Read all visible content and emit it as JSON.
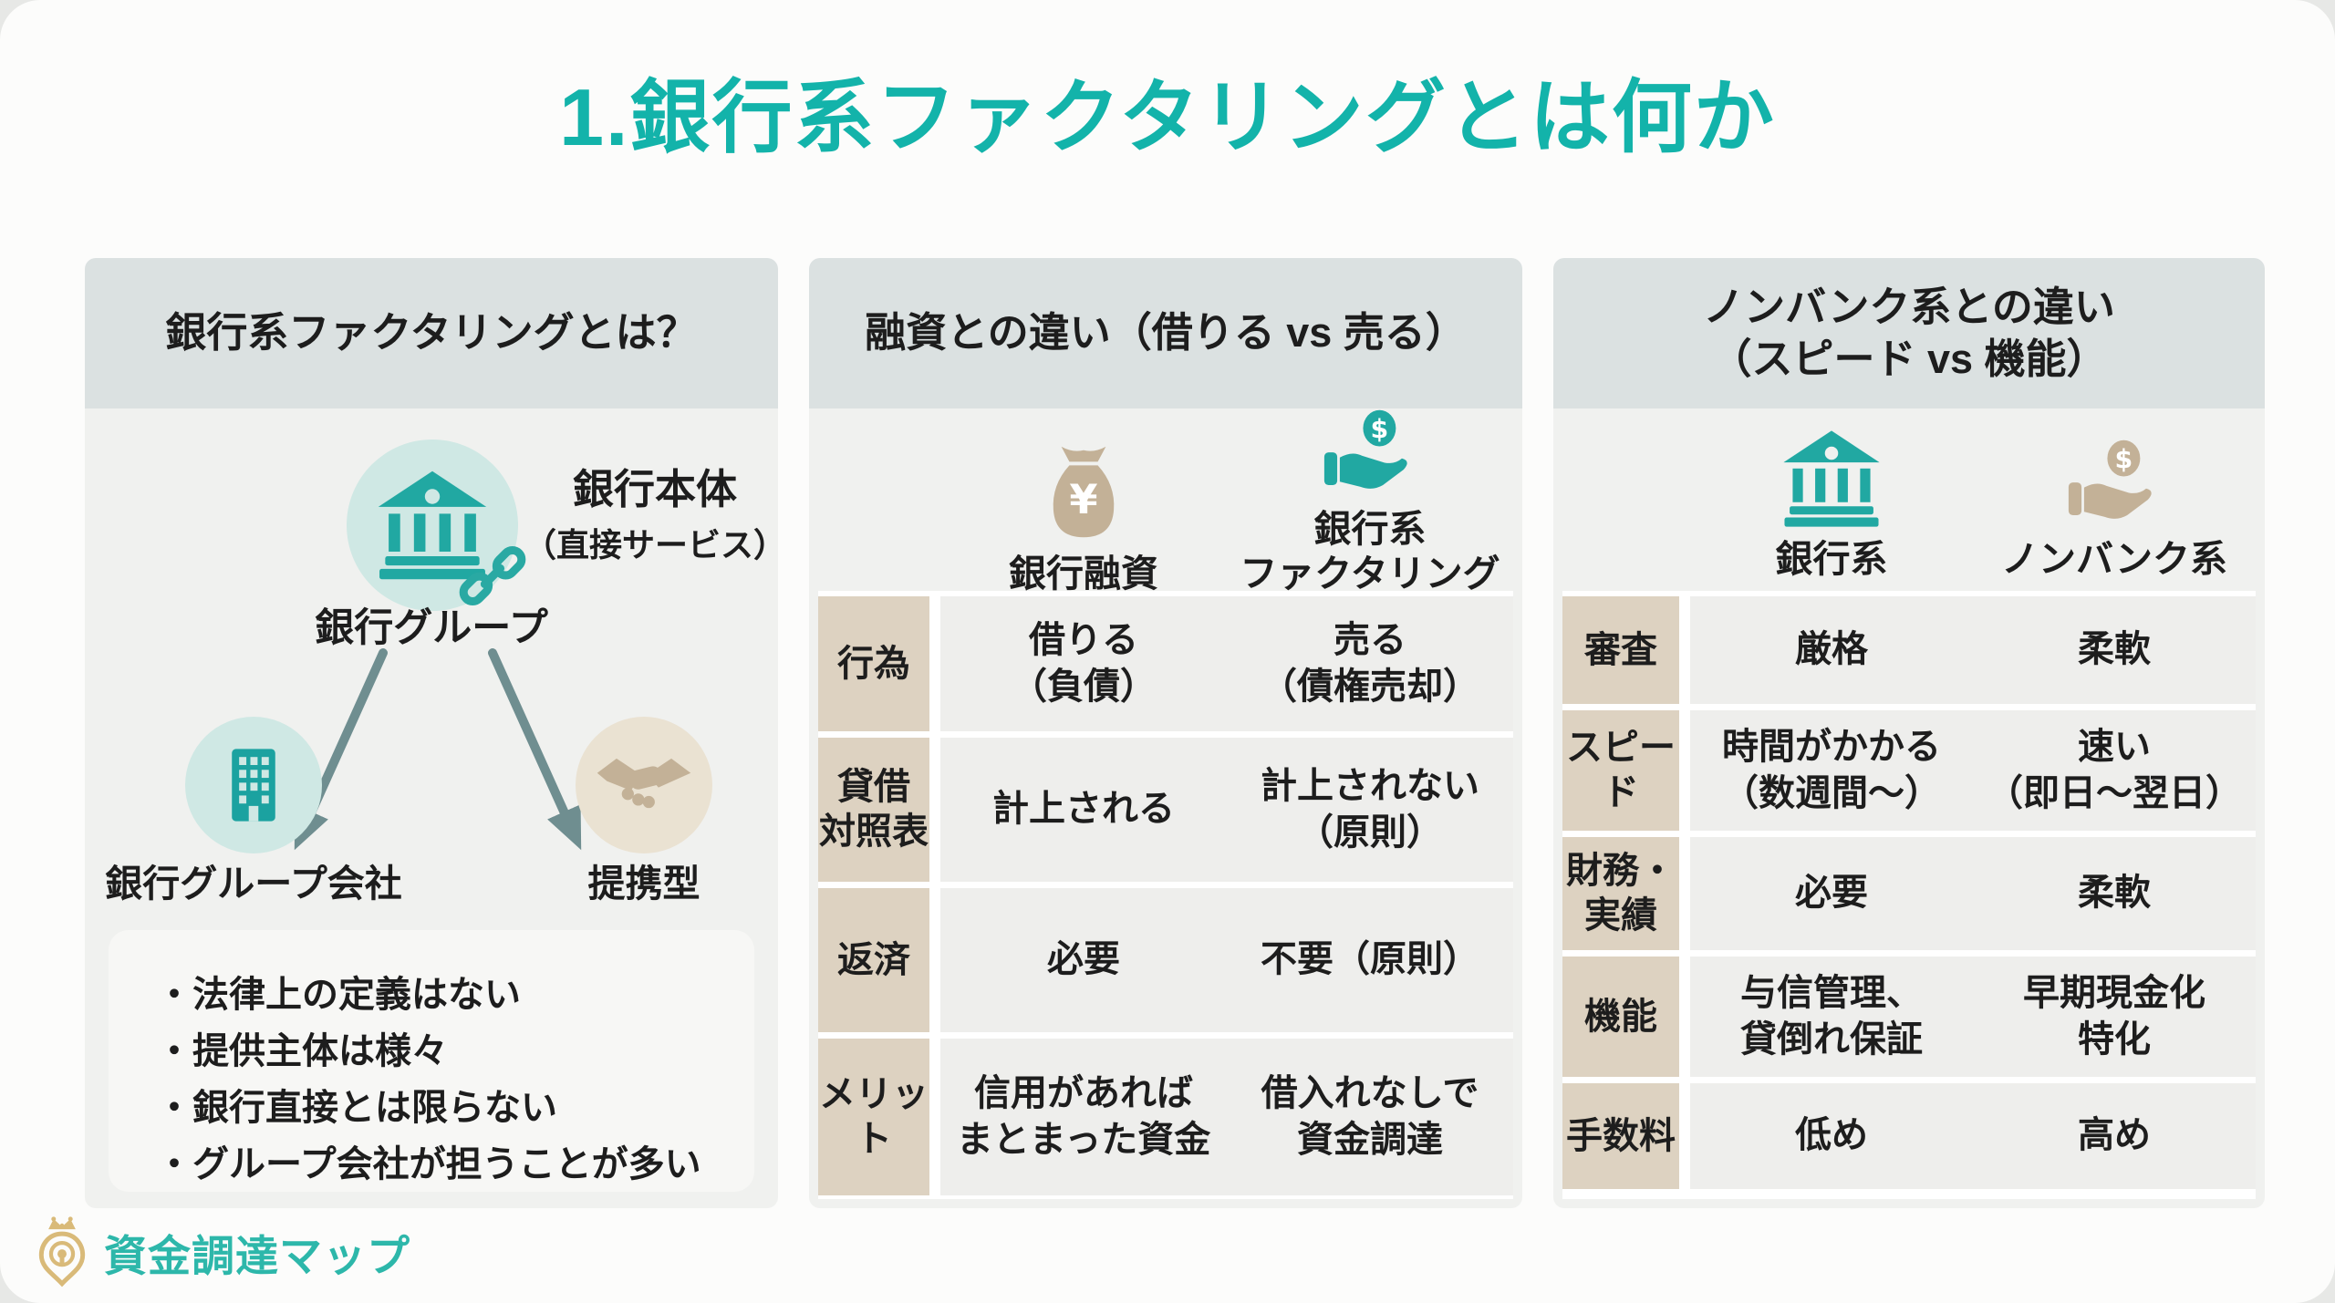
{
  "page": {
    "title": "1.銀行系ファクタリングとは何か",
    "logo_text": "資金調達マップ"
  },
  "colors": {
    "accent_teal": "#13b3aa",
    "icon_teal": "#21a8a2",
    "icon_tan": "#c3b197",
    "label_beige": "#ddd2c1",
    "header_gray": "#dbe1e1",
    "panel_bg": "#f0f1ef",
    "arrow_gray": "#6f8e90",
    "logo_gold": "#d9ba79"
  },
  "icons": {
    "money_bag_symbol": "¥",
    "coin_symbol_teal": "$",
    "coin_symbol_tan": "$"
  },
  "panel1": {
    "header": "銀行系ファクタリングとは？",
    "main_label": "銀行本体",
    "main_sublabel": "（直接サービス）",
    "group_label": "銀行グループ",
    "child_left": "銀行グループ会社",
    "child_right": "提携型",
    "bullets": [
      "・法律上の定義はない",
      "・提供主体は様々",
      "・銀行直接とは限らない",
      "・グループ会社が担うことが多い"
    ]
  },
  "panel2": {
    "header": "融資との違い（借りる vs 売る）",
    "col1": "銀行融資",
    "col2": "銀行系\nファクタリング",
    "rows": [
      {
        "label": "行為",
        "c1": "借りる\n（負債）",
        "c2": "売る\n（債権売却）"
      },
      {
        "label": "貸借\n対照表",
        "c1": "計上される",
        "c2": "計上されない\n（原則）"
      },
      {
        "label": "返済",
        "c1": "必要",
        "c2": "不要（原則）"
      },
      {
        "label": "メリット",
        "c1": "信用があれば\nまとまった資金",
        "c2": "借入れなしで\n資金調達"
      }
    ]
  },
  "panel3": {
    "header": "ノンバンク系との違い\n（スピード vs 機能）",
    "col1": "銀行系",
    "col2": "ノンバンク系",
    "rows": [
      {
        "label": "審査",
        "c1": "厳格",
        "c2": "柔軟"
      },
      {
        "label": "スピード",
        "c1": "時間がかかる\n（数週間～）",
        "c2": "速い\n（即日～翌日）"
      },
      {
        "label": "財務・\n実績",
        "c1": "必要",
        "c2": "柔軟"
      },
      {
        "label": "機能",
        "c1": "与信管理、\n貸倒れ保証",
        "c2": "早期現金化\n特化"
      },
      {
        "label": "手数料",
        "c1": "低め",
        "c2": "高め"
      }
    ]
  }
}
